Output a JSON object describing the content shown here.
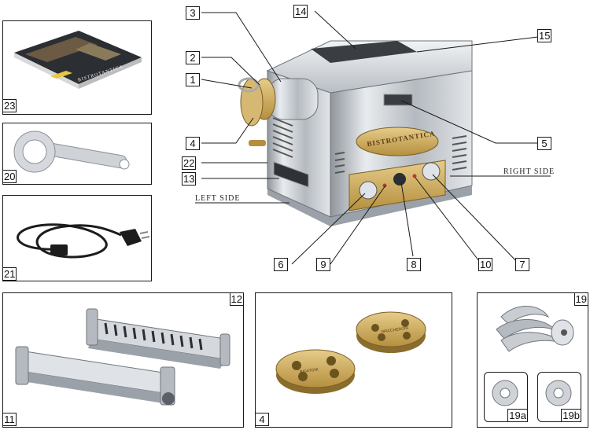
{
  "labels": {
    "n1": "1",
    "n2": "2",
    "n3": "3",
    "n4": "4",
    "n4b": "4",
    "n5": "5",
    "n6": "6",
    "n7": "7",
    "n8": "8",
    "n9": "9",
    "n10": "10",
    "n11": "11",
    "n12": "12",
    "n13": "13",
    "n14": "14",
    "n15": "15",
    "n19": "19",
    "n19a": "19a",
    "n19b": "19b",
    "n20": "20",
    "n21": "21",
    "n22": "22",
    "n23": "23"
  },
  "sides": {
    "left": "LEFT SIDE",
    "right": "RIGHT SIDE"
  },
  "branding": {
    "logo": "BISTROTANTICA",
    "manual_title": "BISTROTANTICA",
    "die_text_a": "RIGATONI",
    "die_text_b": "MACCHERONI"
  },
  "colors": {
    "steel": "#c9cdd2",
    "gold": "#c9a24a",
    "brass": "#b89a5a",
    "outline": "#1a1a1a"
  }
}
